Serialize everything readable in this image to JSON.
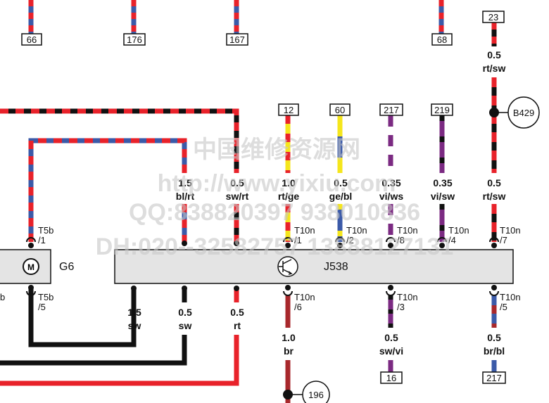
{
  "diagram": {
    "ref_boxes": {
      "r66": "66",
      "r176": "176",
      "r167": "167",
      "r68": "68",
      "r23": "23",
      "r12": "12",
      "r60": "60",
      "r217a": "217",
      "r219": "219",
      "r16": "16",
      "r217b": "217"
    },
    "circle_refs": {
      "b429": "B429",
      "r196": "196"
    },
    "components": {
      "g6_name": "G6",
      "g6_motor": "M",
      "j538_name": "J538"
    },
    "wire_labels": {
      "w23_size": "0.5",
      "w23_color": "rt/sw",
      "wb429_size": "0.5",
      "wb429_color": "rt/sw",
      "w_blrt_size": "1.5",
      "w_blrt_color": "bl/rt",
      "w_swrt_size": "0.5",
      "w_swrt_color": "sw/rt",
      "w_rtge_size": "1.0",
      "w_rtge_color": "rt/ge",
      "w_gebl_size": "0.5",
      "w_gebl_color": "ge/bl",
      "w_viws_size": "0.35",
      "w_viws_color": "vi/ws",
      "w_visw_size": "0.35",
      "w_visw_color": "vi/sw",
      "w_sw1_size": "1.5",
      "w_sw1_color": "sw",
      "w_sw2_size": "0.5",
      "w_sw2_color": "sw",
      "w_rt_size": "0.5",
      "w_rt_color": "rt",
      "w_br_size": "1.0",
      "w_br_color": "br",
      "w_swvi_size": "0.5",
      "w_swvi_color": "sw/vi",
      "w_brbl_size": "0.5",
      "w_brbl_color": "br/bl"
    },
    "pins": {
      "t5b_1_a": "T5b",
      "t5b_1_b": "/1",
      "t5b_5_a": "T5b",
      "t5b_5_b": "/5",
      "t10n_1_a": "T10n",
      "t10n_1_b": "/1",
      "t10n_2_a": "T10n",
      "t10n_2_b": "/2",
      "t10n_8_a": "T10n",
      "t10n_8_b": "/8",
      "t10n_4_a": "T10n",
      "t10n_4_b": "/4",
      "t10n_7_a": "T10n",
      "t10n_7_b": "/7",
      "t10n_6_a": "T10n",
      "t10n_6_b": "/6",
      "t10n_3_a": "T10n",
      "t10n_3_b": "/3",
      "t10n_5_a": "T10n",
      "t10n_5_b": "/5",
      "left_cut": "b"
    },
    "watermark": {
      "line1": "中国维修资源网",
      "line2": "http://www.yixiu.com",
      "line3": "QQ:838820397 938010836",
      "line4": "DH:020--32582757 13888127131"
    },
    "colors": {
      "red": "#e8222a",
      "black": "#111111",
      "blue": "#3b5aa8",
      "yellow": "#f5e61c",
      "violet": "#7b2a82",
      "brown": "#a8282c",
      "white": "#ffffff",
      "grey_box": "#e4e4e4"
    }
  }
}
